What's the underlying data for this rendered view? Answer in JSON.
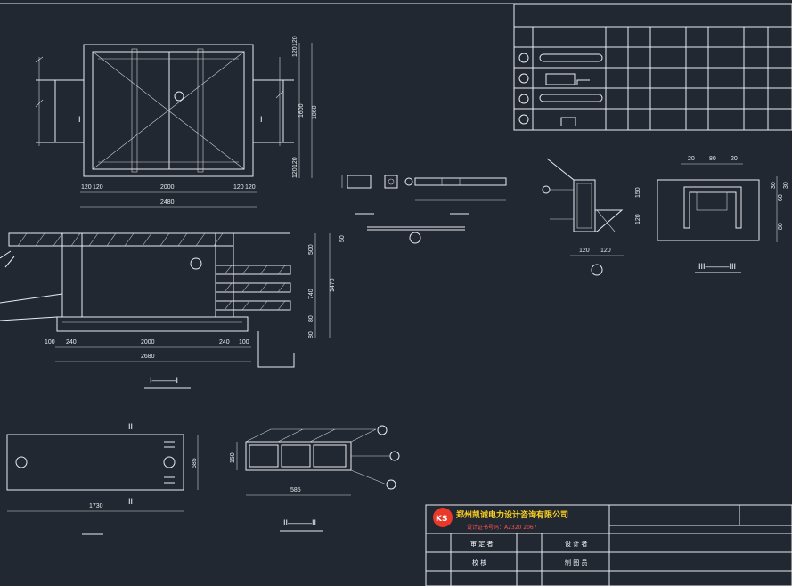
{
  "colors": {
    "background": "#222831",
    "lines": "#e9ecef",
    "company": "#ffd21f",
    "license": "#ff5050",
    "logo": "#e8392a"
  },
  "plan": {
    "dims_right": [
      "120",
      "120",
      "1600",
      "1860",
      "120",
      "120"
    ],
    "dims_bottom": [
      "120",
      "120",
      "2000",
      "120",
      "120",
      "2480"
    ],
    "section_mark_left": "I",
    "section_mark_right": "I"
  },
  "section1": {
    "dims_right": [
      "50",
      "500",
      "740",
      "1470",
      "80",
      "80"
    ],
    "dims_bottom": [
      "100",
      "240",
      "2000",
      "240",
      "100",
      "2680"
    ],
    "label": "I———I"
  },
  "cover": {
    "dim_right": "585",
    "dim_bottom": "1730",
    "mark_top": "II",
    "mark_bottom": "II"
  },
  "section2": {
    "dim_left": "150",
    "dim_bottom": "585",
    "label": "II———II"
  },
  "beam": {
    "dims_top": [
      "20",
      "80",
      "20"
    ],
    "dims_right": [
      "30",
      "60",
      "30",
      "80"
    ],
    "dims_left": [
      "150",
      "120"
    ],
    "dims_bottom": [
      "120",
      "120"
    ],
    "label": "III———III"
  },
  "title_block": {
    "company": "郑州凯诚电力设计咨询有限公司",
    "license": "设计证书号码：A2320 2067",
    "row1_left": "审 定 者",
    "row1_right": "设 计 者",
    "row2_left": "校 核",
    "row2_right": "制 图 员",
    "logo": "KS"
  }
}
